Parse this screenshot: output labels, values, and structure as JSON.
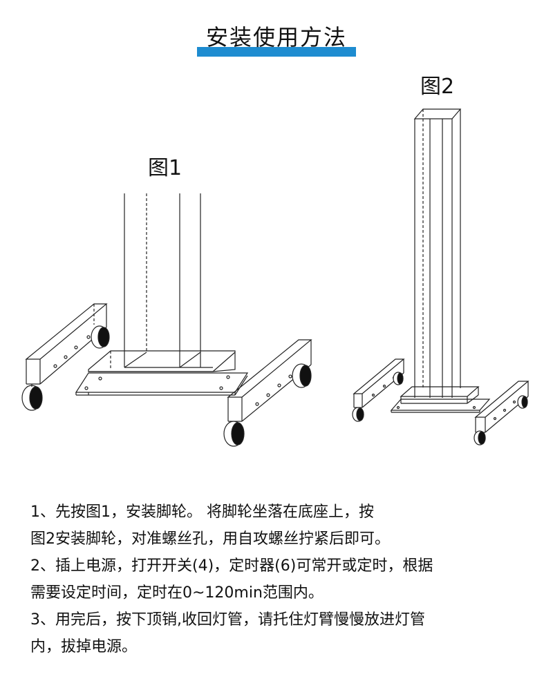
{
  "title": "安装使用方法",
  "figures": {
    "fig1_label": "图1",
    "fig2_label": "图2"
  },
  "instructions": [
    "1、先按图1，安装脚轮。 将脚轮坐落在底座上，按",
    "图2安装脚轮，对准螺丝孔，用自攻螺丝拧紧后即可。",
    "2、插上电源，打开开关(4)，定时器(6)可常开或定时，根据",
    "需要设定时间，定时在0~120min范围内。",
    "3、用完后，按下顶销,收回灯管，请托住灯臂慢慢放进灯管",
    "内，拔掉电源。"
  ],
  "colors": {
    "accent_bar": "#1e8cd0",
    "text": "#111111",
    "line": "#222222"
  }
}
